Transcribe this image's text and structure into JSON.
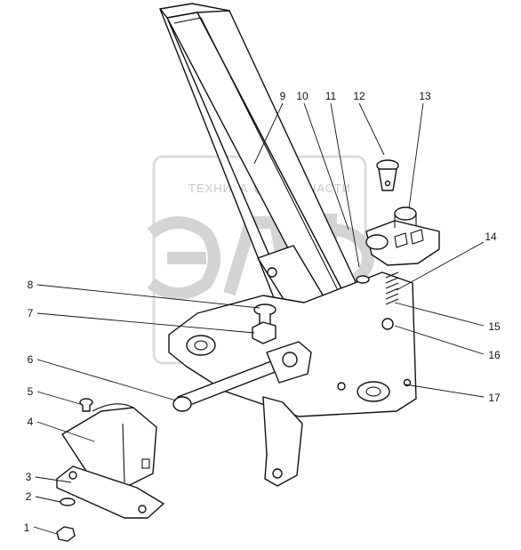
{
  "watermark": {
    "top_text_left": "ТЕХНИКА",
    "top_text_right": "ЗАПЧАСТИ",
    "logo_letters": "ЭЛФ"
  },
  "callouts": [
    {
      "id": "callout-1",
      "label": "1"
    },
    {
      "id": "callout-2",
      "label": "2"
    },
    {
      "id": "callout-3",
      "label": "3"
    },
    {
      "id": "callout-4",
      "label": "4"
    },
    {
      "id": "callout-5",
      "label": "5"
    },
    {
      "id": "callout-6",
      "label": "6"
    },
    {
      "id": "callout-7",
      "label": "7"
    },
    {
      "id": "callout-8",
      "label": "8"
    },
    {
      "id": "callout-9",
      "label": "9"
    },
    {
      "id": "callout-10",
      "label": "10"
    },
    {
      "id": "callout-11",
      "label": "11"
    },
    {
      "id": "callout-12",
      "label": "12"
    },
    {
      "id": "callout-13",
      "label": "13"
    },
    {
      "id": "callout-14",
      "label": "14"
    },
    {
      "id": "callout-15",
      "label": "15"
    },
    {
      "id": "callout-16",
      "label": "16"
    },
    {
      "id": "callout-17",
      "label": "17"
    }
  ]
}
